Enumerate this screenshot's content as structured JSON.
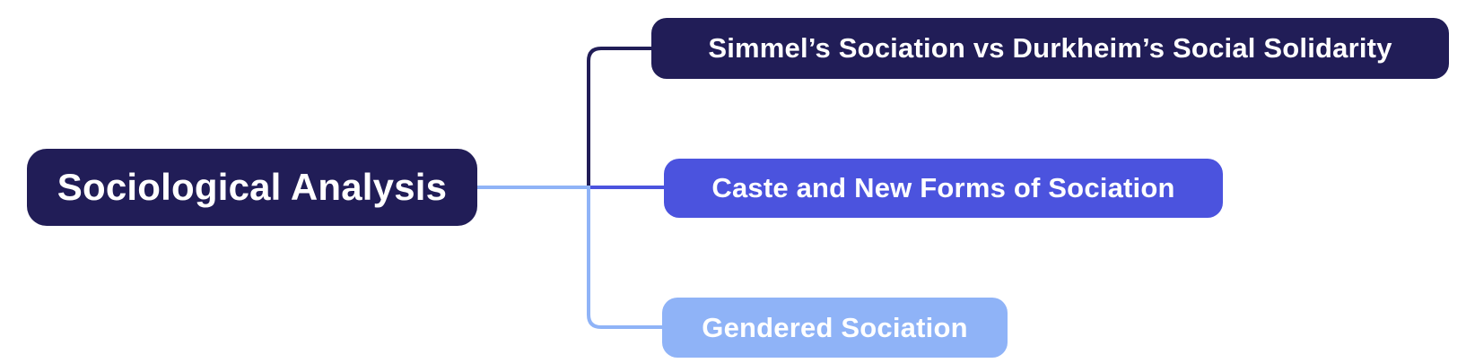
{
  "diagram": {
    "type": "mindmap",
    "background_color": "#ffffff",
    "root": {
      "label": "Sociological Analysis",
      "bg_color": "#211d57",
      "text_color": "#ffffff"
    },
    "children": [
      {
        "label": "Simmel’s Sociation vs Durkheim’s Social Solidarity",
        "bg_color": "#211d57",
        "text_color": "#ffffff",
        "connector_color": "#211d57"
      },
      {
        "label": "Caste and New Forms of Sociation",
        "bg_color": "#4b53de",
        "text_color": "#ffffff",
        "connector_color": "#4b53de"
      },
      {
        "label": "Gendered Sociation",
        "bg_color": "#8fb3f7",
        "text_color": "#ffffff",
        "connector_color": "#8fb3f7"
      }
    ],
    "trunk_connector_color": "#8fb3f7"
  }
}
